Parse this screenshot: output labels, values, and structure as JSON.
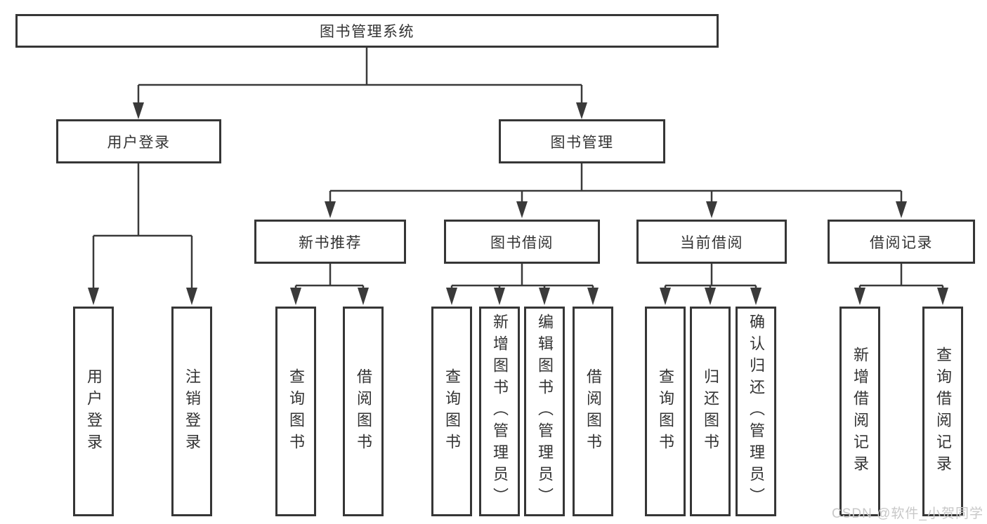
{
  "colors": {
    "background": "#ffffff",
    "line": "#3a3a3a",
    "box_border": "#363636",
    "text": "#333333",
    "watermark": "#c8c8c8"
  },
  "watermark": {
    "text": "CSDN @软件_小贺同学"
  },
  "tree": {
    "root": {
      "label": "图书管理系统",
      "children": [
        {
          "label": "用户登录",
          "children": [
            {
              "label": "用户登录"
            },
            {
              "label": "注销登录"
            }
          ]
        },
        {
          "label": "图书管理",
          "children": [
            {
              "label": "新书推荐",
              "children": [
                {
                  "label": "查询图书"
                },
                {
                  "label": "借阅图书"
                }
              ]
            },
            {
              "label": "图书借阅",
              "children": [
                {
                  "label": "查询图书"
                },
                {
                  "label": "新增图书（管理员）"
                },
                {
                  "label": "编辑图书（管理员）"
                },
                {
                  "label": "借阅图书"
                }
              ]
            },
            {
              "label": "当前借阅",
              "children": [
                {
                  "label": "查询图书"
                },
                {
                  "label": "归还图书"
                },
                {
                  "label": "确认归还（管理员）"
                }
              ]
            },
            {
              "label": "借阅记录",
              "children": [
                {
                  "label": "新增借阅记录"
                },
                {
                  "label": "查询借阅记录"
                }
              ]
            }
          ]
        }
      ]
    }
  }
}
